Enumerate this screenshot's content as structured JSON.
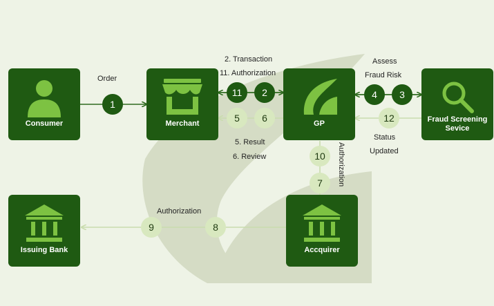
{
  "nodes": {
    "consumer": "Consumer",
    "merchant": "Merchant",
    "gp": "GP",
    "fraud": "Fraud Screening\nSevice",
    "issuing_bank": "Issuing Bank",
    "acquirer": "Accquirer"
  },
  "steps": [
    "1",
    "2",
    "3",
    "4",
    "5",
    "6",
    "7",
    "8",
    "9",
    "10",
    "11",
    "12"
  ],
  "labels": {
    "order": "Order",
    "transaction": "2. Transaction",
    "authorization_11": "11. Authorization",
    "result": "5. Result",
    "review": "6. Review",
    "assess": "Assess",
    "fraud_risk": "Fraud Risk",
    "status": "Status",
    "updated": "Updated",
    "authorization_vertical": "Authorization",
    "authorization_bottom": "Authorization"
  },
  "icons": {
    "consumer": "person-icon",
    "merchant": "storefront-icon",
    "gp": "gp-logo-icon",
    "fraud": "magnifier-icon",
    "bank": "bank-icon"
  },
  "colors": {
    "background": "#eef3e6",
    "box": "#1f5a12",
    "dark_circle": "#1f5a12",
    "light_circle": "#d8e8bf",
    "icon_green": "#7dc242",
    "arrow_dark": "#2e6b1e",
    "arrow_light": "#c9dcae",
    "watermark": "#d5dcc5"
  }
}
